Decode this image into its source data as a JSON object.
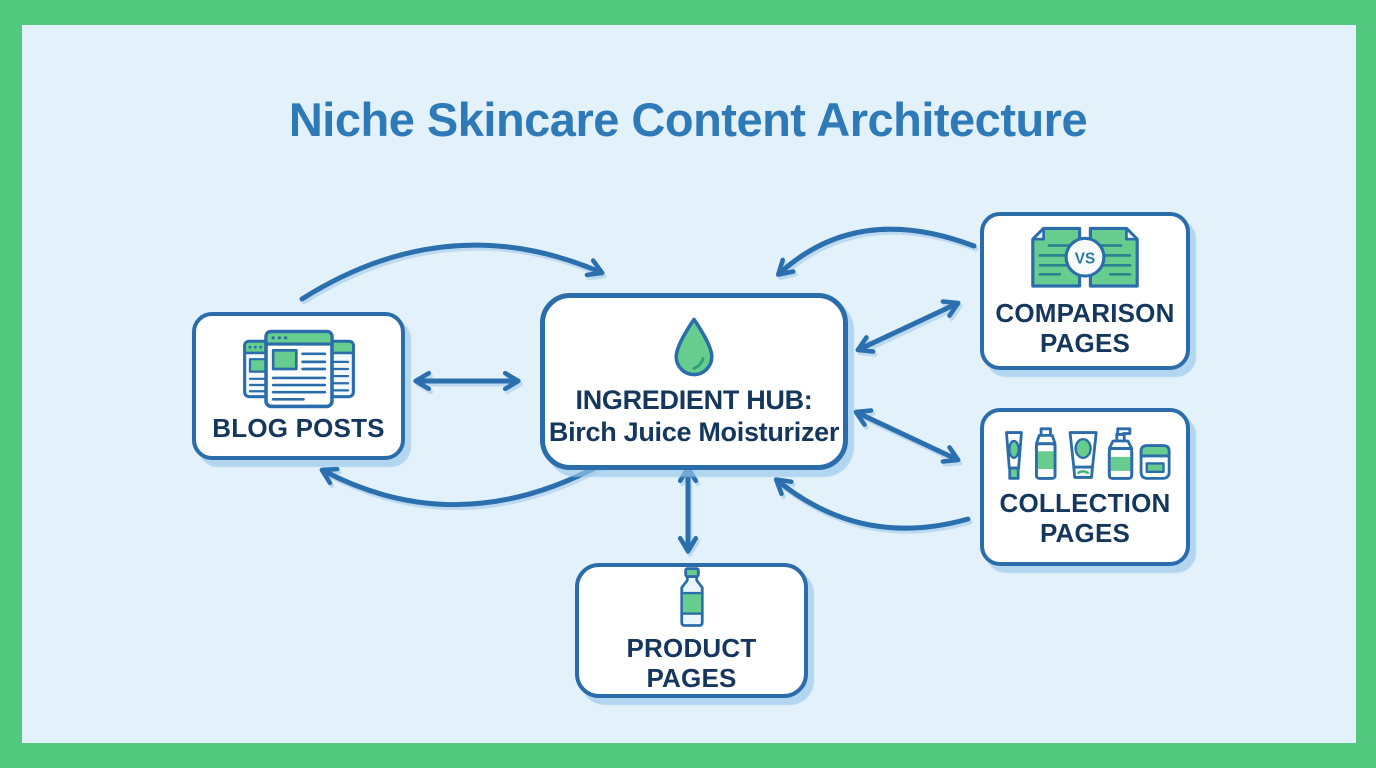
{
  "title": "Niche Skincare Content Architecture",
  "nodes": {
    "blog_posts": {
      "label": "BLOG POSTS",
      "icon": "browser-windows-icon"
    },
    "ingredient_hub": {
      "line1": "INGREDIENT HUB:",
      "line2": "Birch Juice Moisturizer",
      "icon": "water-drop-icon"
    },
    "comparison_pages": {
      "line1": "COMPARISON",
      "line2": "PAGES",
      "icon": "vs-documents-icon",
      "vs_badge": "VS"
    },
    "collection_pages": {
      "line1": "COLLECTION",
      "line2": "PAGES",
      "icon": "skincare-products-icon"
    },
    "product_pages": {
      "label": "PRODUCT PAGES",
      "icon": "product-bottle-icon"
    }
  },
  "edges": [
    {
      "from": "blog_posts",
      "to": "ingredient_hub",
      "shape": "curved-over-top",
      "direction": "one-way"
    },
    {
      "from": "blog_posts",
      "to": "ingredient_hub",
      "shape": "straight-horizontal",
      "direction": "two-way"
    },
    {
      "from": "ingredient_hub",
      "to": "blog_posts",
      "shape": "curved-under-bottom",
      "direction": "one-way"
    },
    {
      "from": "comparison_pages",
      "to": "ingredient_hub",
      "shape": "curved-over-top",
      "direction": "one-way"
    },
    {
      "from": "ingredient_hub",
      "to": "comparison_pages",
      "shape": "straight-diagonal",
      "direction": "two-way"
    },
    {
      "from": "ingredient_hub",
      "to": "collection_pages",
      "shape": "straight-diagonal",
      "direction": "two-way"
    },
    {
      "from": "collection_pages",
      "to": "ingredient_hub",
      "shape": "curved-under-bottom",
      "direction": "one-way"
    },
    {
      "from": "ingredient_hub",
      "to": "product_pages",
      "shape": "straight-vertical",
      "direction": "two-way"
    }
  ],
  "colors": {
    "frame_green": "#52c87f",
    "background": "#e3f1fb",
    "node_border": "#2b6cab",
    "node_background": "#ffffff",
    "title_blue": "#2e79b8",
    "label_navy": "#16375d",
    "arrow_blue": "#2b6fae",
    "icon_green": "#66cd8e",
    "icon_teal": "#2e8390",
    "shadow_blue": "#b9d8ee"
  }
}
